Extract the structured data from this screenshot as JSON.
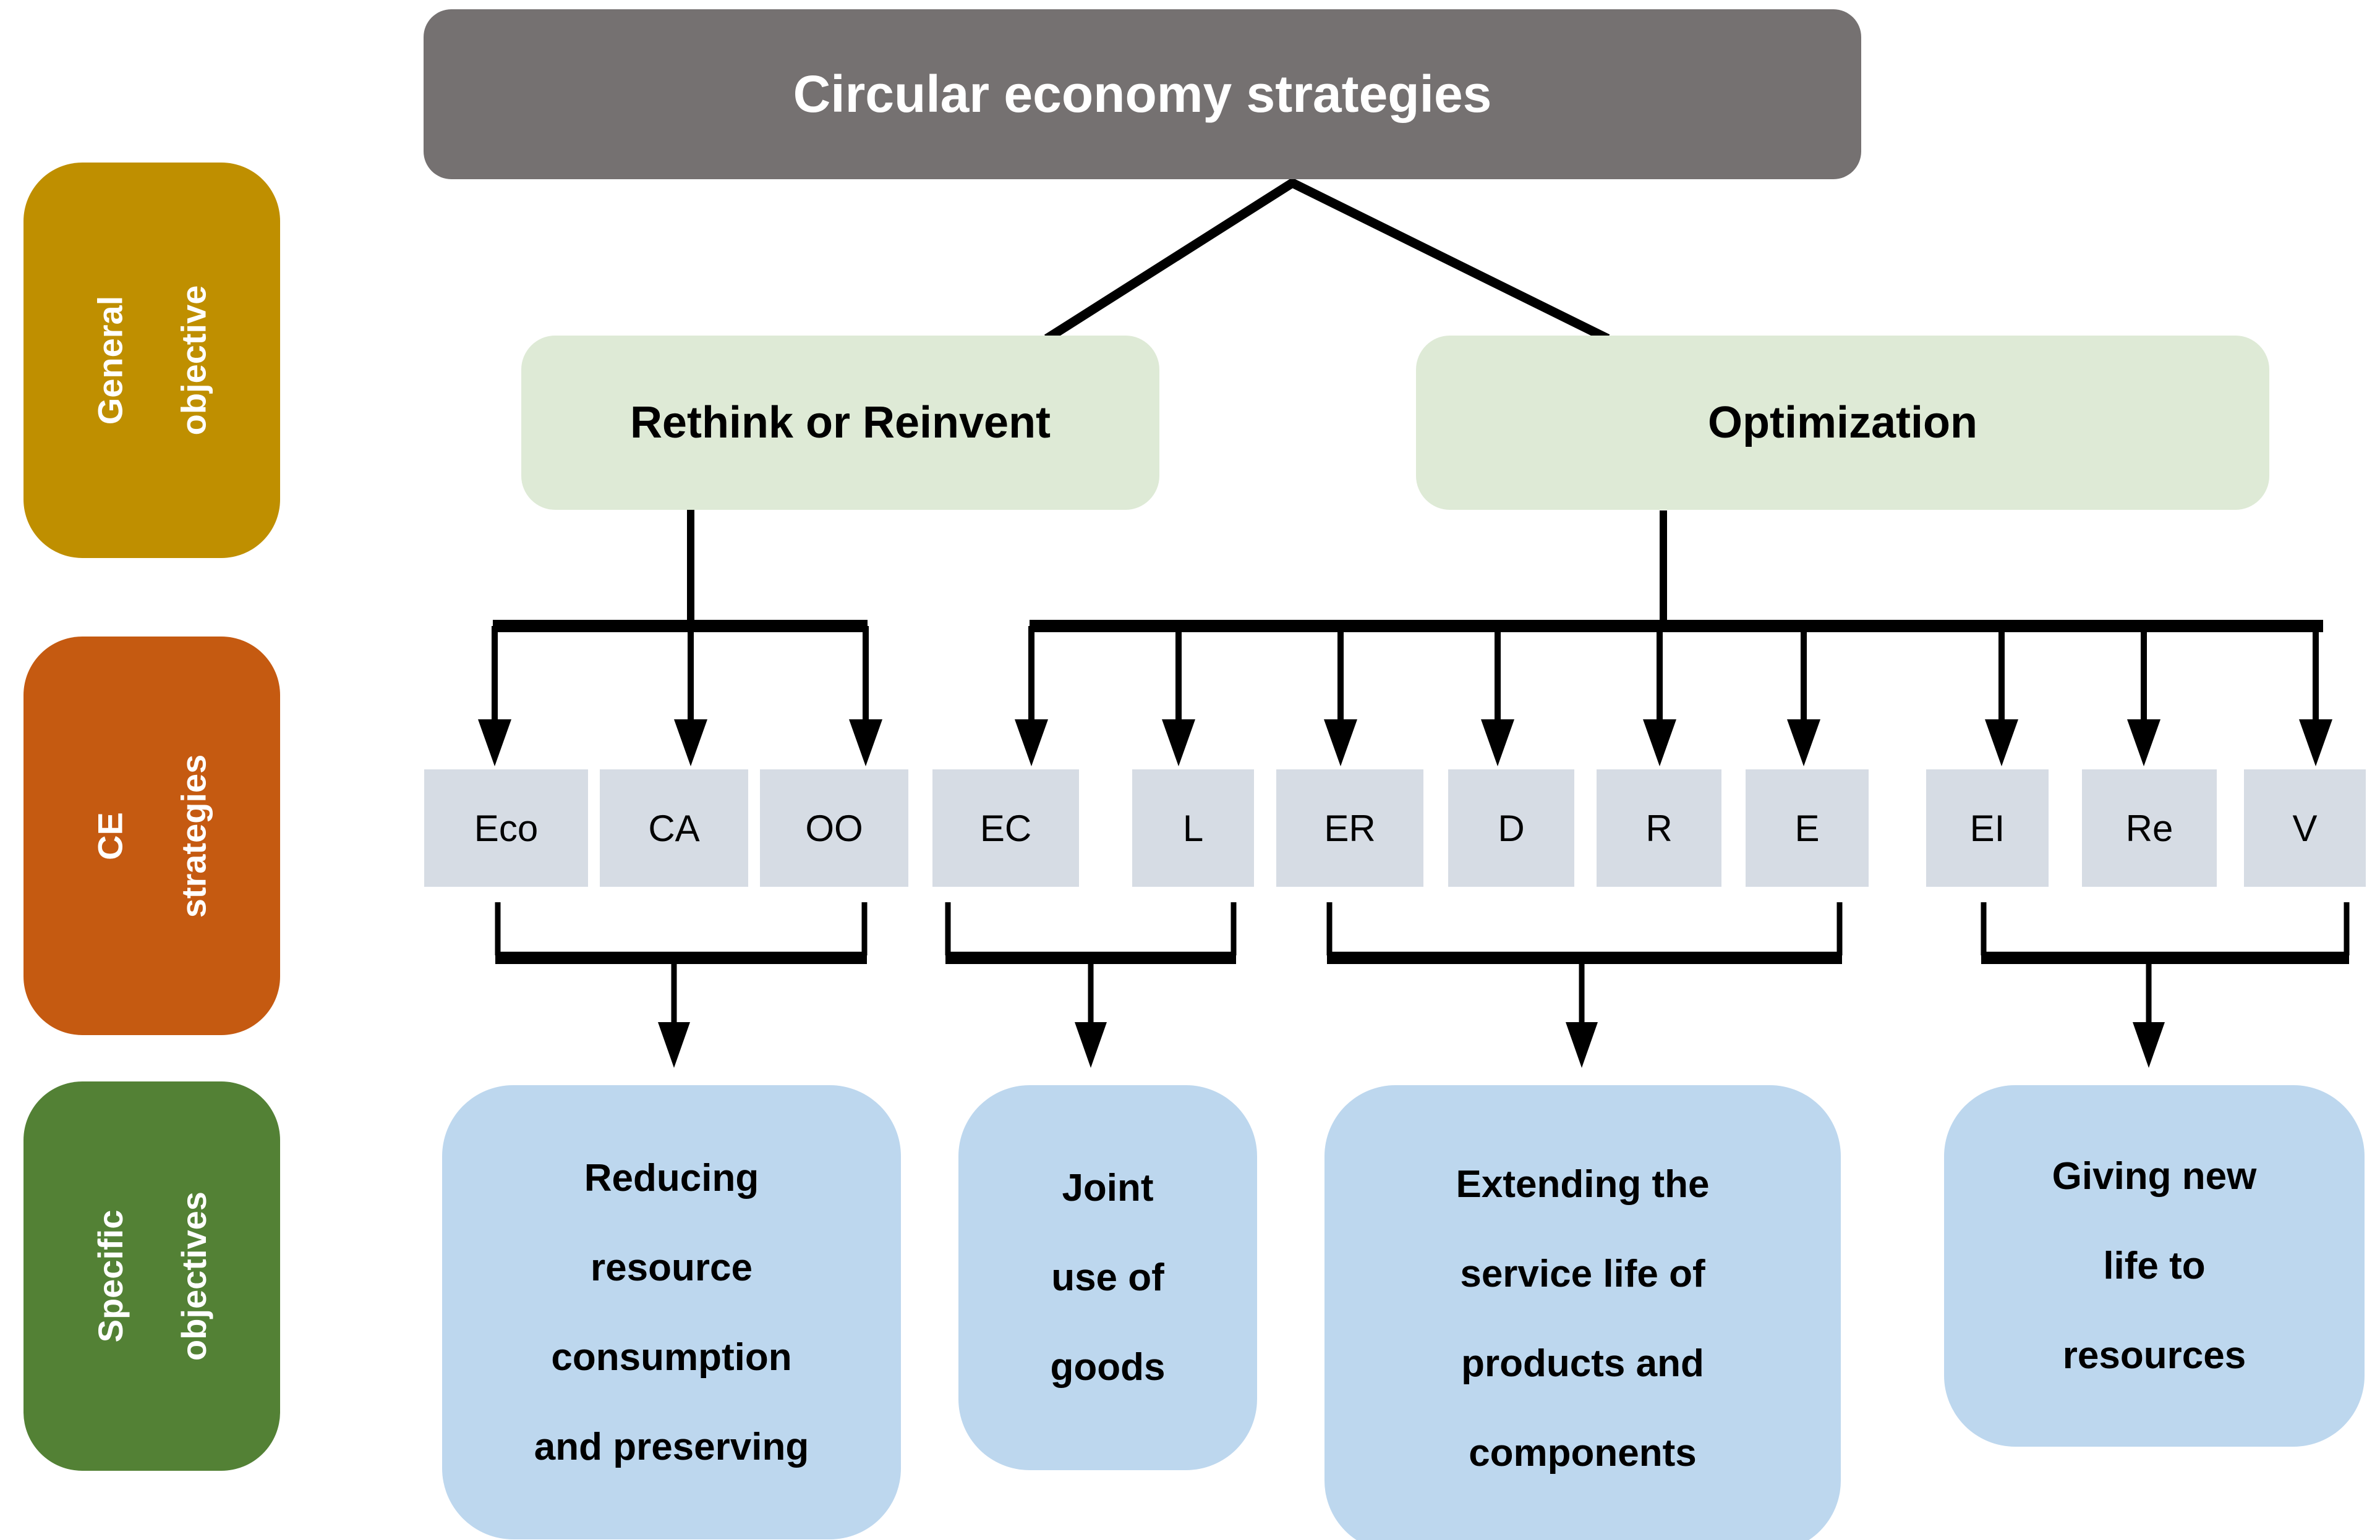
{
  "title": "Circular economy strategies",
  "side_labels": [
    {
      "name": "General objective",
      "lines": [
        "General",
        "objective"
      ],
      "color": "#BF8F00"
    },
    {
      "name": "CE strategies",
      "lines": [
        "CE",
        "strategies"
      ],
      "color": "#C55A11"
    },
    {
      "name": "Specific objectives",
      "lines": [
        "Specific",
        "objectives"
      ],
      "color": "#538135"
    }
  ],
  "general_objectives": [
    {
      "label": "Rethink or Reinvent"
    },
    {
      "label": "Optimization"
    }
  ],
  "strategies": [
    {
      "code": "Eco",
      "branch": "Rethink or Reinvent"
    },
    {
      "code": "CA",
      "branch": "Rethink or Reinvent"
    },
    {
      "code": "OO",
      "branch": "Rethink or Reinvent"
    },
    {
      "code": "EC",
      "branch": "Optimization"
    },
    {
      "code": "L",
      "branch": "Optimization"
    },
    {
      "code": "ER",
      "branch": "Optimization"
    },
    {
      "code": "D",
      "branch": "Optimization"
    },
    {
      "code": "R",
      "branch": "Optimization"
    },
    {
      "code": "E",
      "branch": "Optimization"
    },
    {
      "code": "EI",
      "branch": "Optimization"
    },
    {
      "code": "Re",
      "branch": "Optimization"
    },
    {
      "code": "V",
      "branch": "Optimization"
    }
  ],
  "specific_objectives": [
    {
      "text": "Reducing resource consumption and preserving",
      "lines": [
        "Reducing",
        "resource",
        "consumption",
        "and preserving"
      ],
      "grouped_strategies": [
        "Eco",
        "CA",
        "OO"
      ]
    },
    {
      "text": "Joint use of goods",
      "lines": [
        "Joint",
        "use of",
        "goods"
      ],
      "grouped_strategies": [
        "EC",
        "L"
      ]
    },
    {
      "text": "Extending the service life of products and components",
      "lines": [
        "Extending the",
        "service life of",
        "products and",
        "components"
      ],
      "grouped_strategies": [
        "ER",
        "D",
        "R",
        "E"
      ]
    },
    {
      "text": "Giving new life to resources",
      "lines": [
        "Giving new",
        "life to",
        "resources"
      ],
      "grouped_strategies": [
        "EI",
        "Re",
        "V"
      ]
    }
  ],
  "colors": {
    "title_bg": "#757171",
    "title_text": "#FFFFFF",
    "general_objective_bg": "#DEEAD6",
    "strategy_bg": "#D6DCE4",
    "specific_objective_bg": "#BDD7EE",
    "side_label_gold": "#BF8F00",
    "side_label_orange": "#C55A11",
    "side_label_green": "#538135",
    "connector_line": "#000000"
  }
}
